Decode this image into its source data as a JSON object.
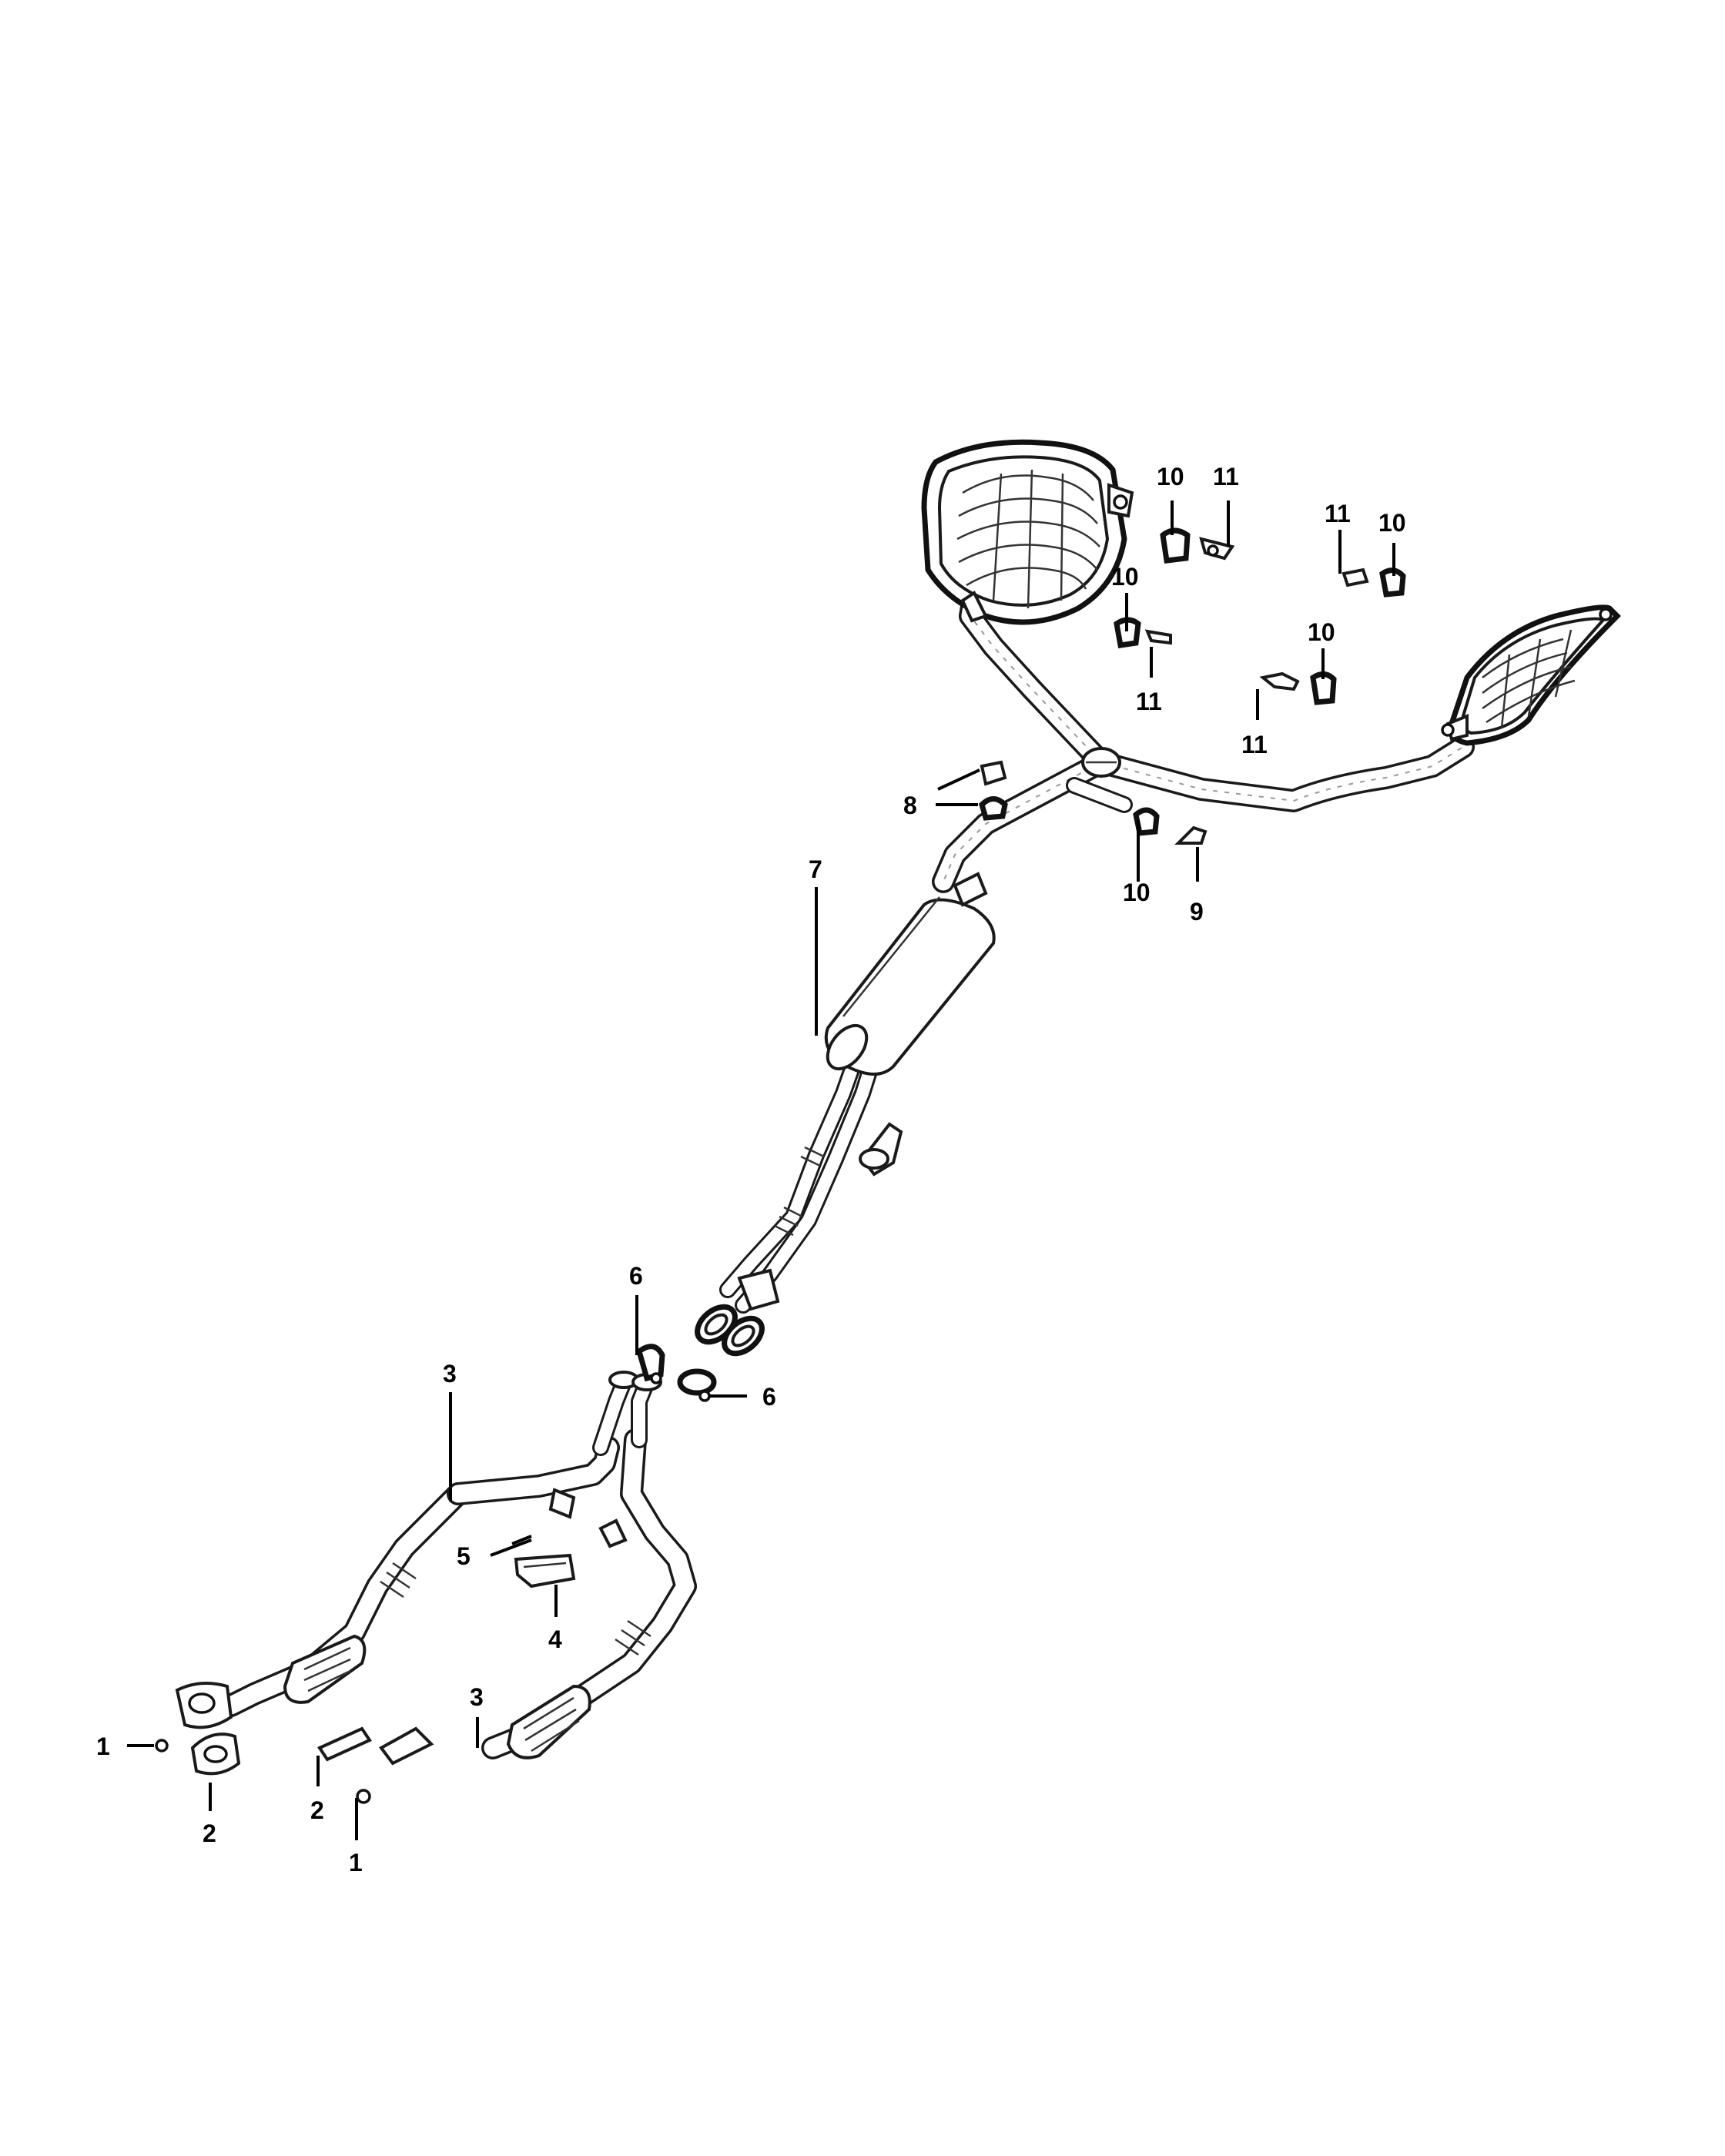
{
  "labels": [
    {
      "id": "c1",
      "text": "1"
    },
    {
      "id": "c2",
      "text": "2"
    },
    {
      "id": "c3",
      "text": "2"
    },
    {
      "id": "c4",
      "text": "1"
    },
    {
      "id": "c5",
      "text": "3"
    },
    {
      "id": "c6",
      "text": "3"
    },
    {
      "id": "c7",
      "text": "5"
    },
    {
      "id": "c8",
      "text": "4"
    },
    {
      "id": "c9",
      "text": "6"
    },
    {
      "id": "c10",
      "text": "6"
    },
    {
      "id": "c11",
      "text": "7"
    },
    {
      "id": "c12",
      "text": "8"
    },
    {
      "id": "c13",
      "text": "10"
    },
    {
      "id": "c14",
      "text": "9"
    },
    {
      "id": "c15",
      "text": "10"
    },
    {
      "id": "c16",
      "text": "11"
    },
    {
      "id": "c17",
      "text": "10"
    },
    {
      "id": "c18",
      "text": "11"
    },
    {
      "id": "c19",
      "text": "11"
    },
    {
      "id": "c20",
      "text": "10"
    },
    {
      "id": "c21",
      "text": "10"
    },
    {
      "id": "c22",
      "text": "11"
    }
  ]
}
